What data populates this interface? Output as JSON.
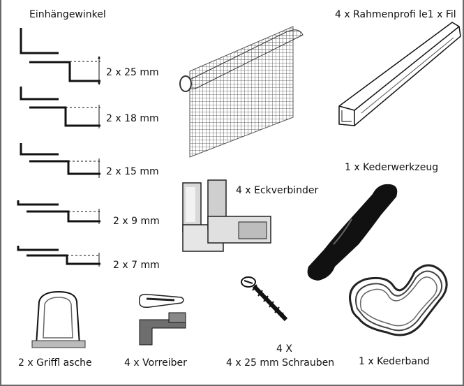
{
  "section_title": "Einhängewinkel",
  "angle_sizes": [
    "2 x 25 mm",
    "2 x 18 mm",
    "2 x 15 mm",
    "2 x 9 mm",
    "2 x 7 mm"
  ],
  "parts": {
    "profile": "4 x Rahmenprofi le1 x Fil",
    "corner_connector": "4 x Eckverbinder",
    "spline_tool": "1 x Kederwerkzeug",
    "handle": "2 x Griffl  asche",
    "turn_button": "4 x Vorreiber",
    "screws_qty": "4 X",
    "screws": "4 x 25 mm Schrauben",
    "spline_cord": "1 x Kederband"
  },
  "colors": {
    "line": "#111111",
    "frame": "#6a6a6a",
    "mesh": "#555555",
    "gray": "#9a9a9a"
  }
}
